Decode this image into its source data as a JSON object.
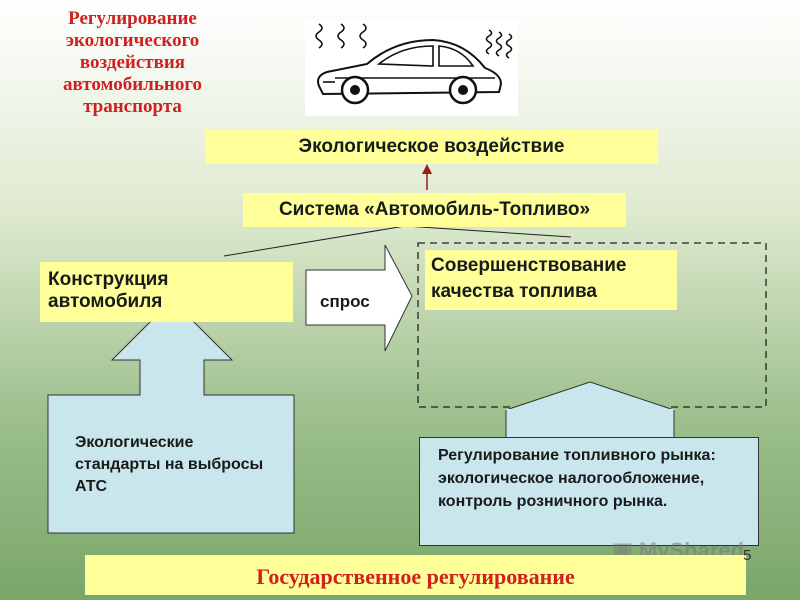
{
  "title": "Регулирование экологического воздействия автомобильного транспорта",
  "boxes": {
    "eco_impact": "Экологическое воздействие",
    "system": "Система «Автомобиль-Топливо»",
    "car_design": "Конструкция автомобиля",
    "fuel_quality": "Совершенствование качества топлива",
    "demand": "спрос",
    "eco_standards": "Экологические стандарты на выбросы АТС",
    "fuel_market": "Регулирование топливного рынка: экологическое налогообложение, контроль розничного рынка.",
    "state_regulation": "Государственное регулирование"
  },
  "page_number": "5",
  "watermark": "MyShared",
  "colors": {
    "title_red": "#d02020",
    "box_yellow": "#ffff99",
    "arrow_blue": "#c8e6ec"
  },
  "icons": [
    "car-icon",
    "exhaust-smoke-icon",
    "presentation-icon"
  ]
}
